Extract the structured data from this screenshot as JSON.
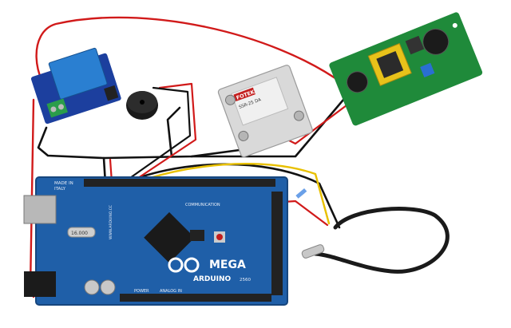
{
  "board": {
    "made_in": "MADE IN",
    "italy": "ITALY",
    "brand": "ARDUINO",
    "model": "MEGA",
    "model_number": "2560",
    "communication": "COMMUNICATION",
    "analog_in": "ANALOG IN",
    "power": "POWER",
    "site": "WWW.ARDUINO.CC",
    "crystal": "16.000"
  },
  "ssr": {
    "brand": "FOTEK",
    "model": "SSR-25 DA"
  },
  "colors": {
    "board": "#1f5fa8",
    "board_dark": "#17467d",
    "relay_module": "#1c3f9e",
    "relay_body": "#2a7fd1",
    "psu_board": "#1f8a3a",
    "transformer": "#e8c21a",
    "wire_red": "#d11a1a",
    "wire_black": "#111111",
    "wire_yellow": "#e8c000",
    "ssr_body": "#d9d9d9",
    "ssr_label": "#f0f0f0",
    "probe_cable": "#1a1a1a",
    "probe_tip": "#c8c8c8"
  }
}
